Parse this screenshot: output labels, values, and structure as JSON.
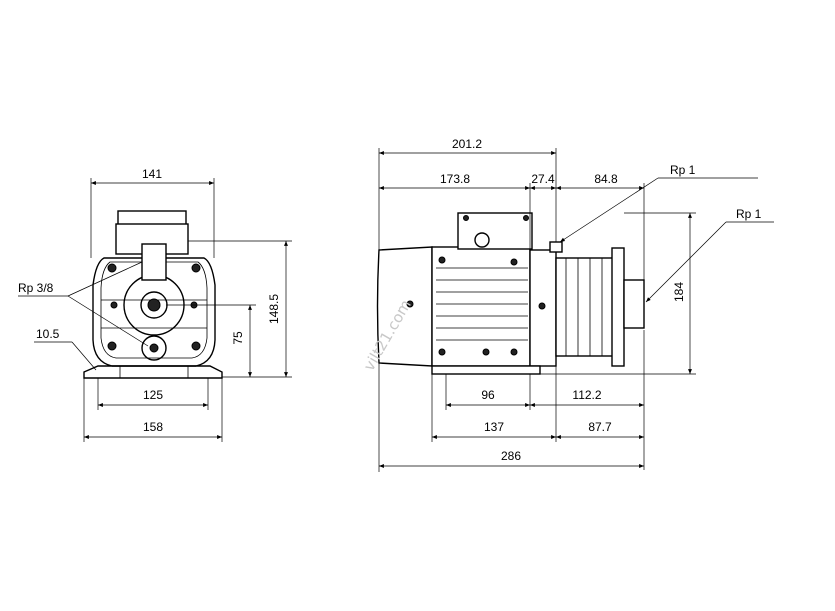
{
  "front_view": {
    "width_top": "141",
    "connection_left": "Rp 3/8",
    "foot_thickness": "10.5",
    "foot_inner": "125",
    "foot_outer": "158",
    "shaft_height": "75",
    "total_height": "148.5"
  },
  "side_view": {
    "overall_length_top": "201.2",
    "motor_length": "173.8",
    "flange_length": "27.4",
    "pump_length": "84.8",
    "outlet_conn": "Rp 1",
    "inlet_conn": "Rp 1",
    "height": "184",
    "foot_span": "96",
    "pump_offset": "112.2",
    "foot_base": "137",
    "inlet_offset": "87.7",
    "overall_length": "286"
  },
  "watermark": "vilt21.com"
}
